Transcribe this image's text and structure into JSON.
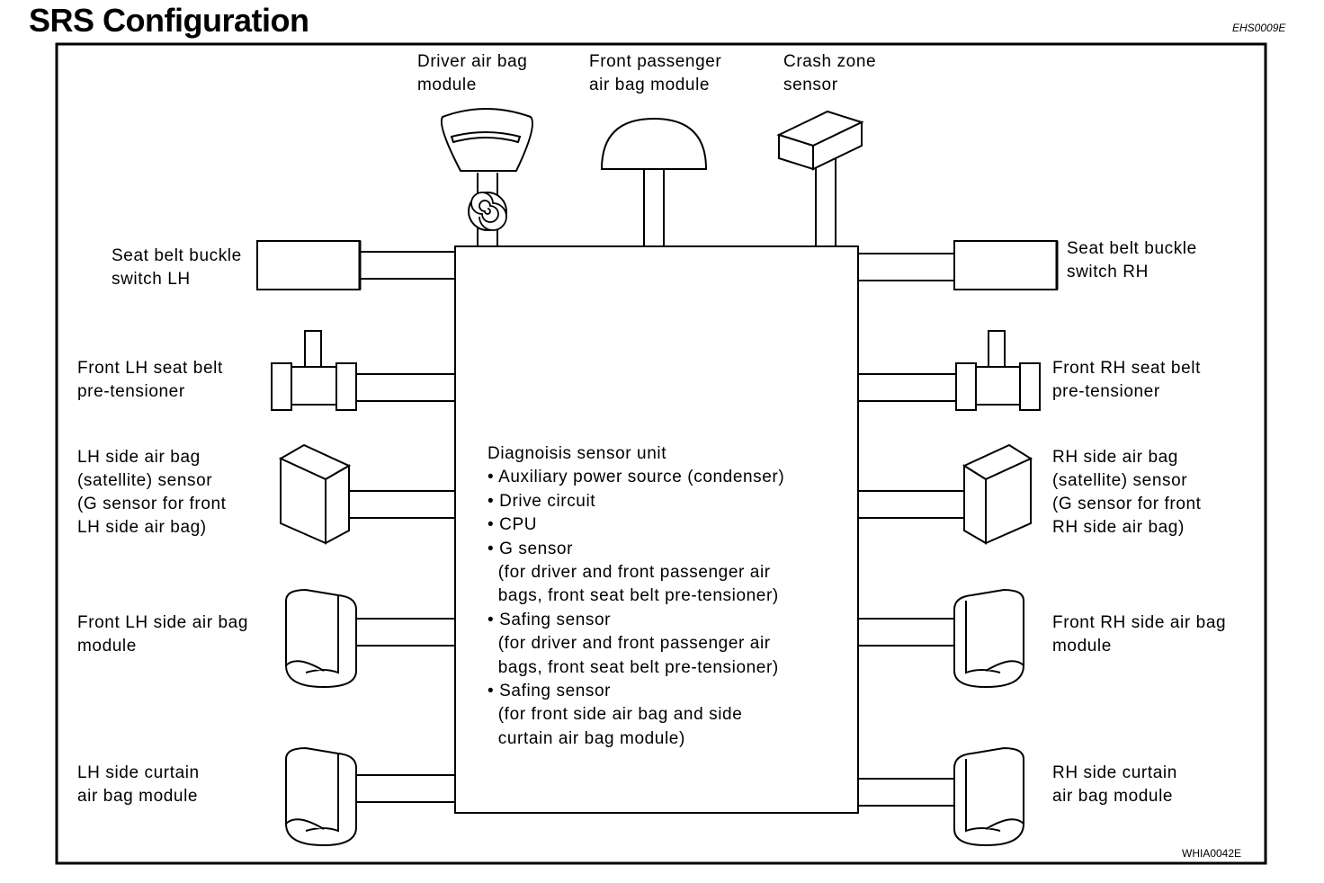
{
  "header": {
    "title": "SRS Configuration",
    "doc_code": "EHS0009E",
    "figure_code": "WHIA0042E"
  },
  "components": {
    "driver_airbag": "Driver air bag\nmodule",
    "passenger_airbag": "Front passenger\nair bag module",
    "crash_zone_sensor": "Crash zone\nsensor",
    "buckle_lh": "Seat belt buckle\nswitch LH",
    "buckle_rh": "Seat belt buckle\nswitch RH",
    "pretensioner_lh": "Front LH seat belt\npre-tensioner",
    "pretensioner_rh": "Front RH seat belt\npre-tensioner",
    "side_sensor_lh": "LH side air bag\n(satellite) sensor\n(G sensor for front\nLH side air bag)",
    "side_sensor_rh": "RH side air bag\n(satellite) sensor\n(G sensor for front\nRH side air bag)",
    "side_airbag_lh": "Front LH side air bag\nmodule",
    "side_airbag_rh": "Front RH side air bag\nmodule",
    "curtain_lh": "LH side curtain\nair bag module",
    "curtain_rh": "RH side curtain\nair bag module"
  },
  "diagnosis_unit": {
    "title": "Diagnoisis sensor unit",
    "items": [
      "• Auxiliary power source (condenser)",
      "• Drive circuit",
      "• CPU",
      "• G sensor",
      "  (for driver and front passenger air",
      "  bags, front seat belt pre-tensioner)",
      "• Safing sensor",
      "  (for driver and front passenger air",
      "  bags, front seat belt pre-tensioner)",
      "• Safing sensor",
      "  (for front side air bag and side",
      "  curtain air bag module)"
    ]
  }
}
